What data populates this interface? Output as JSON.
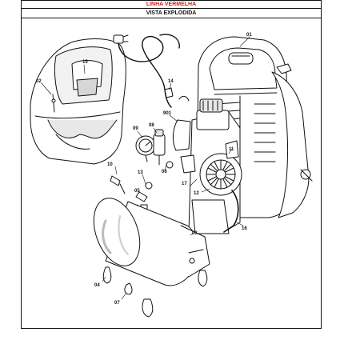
{
  "header": {
    "title": "LINHA VERMELHA",
    "subtitle": "VISTA EXPLODIDA"
  },
  "colors": {
    "title_red": "#cc1f1f",
    "line": "#111111",
    "fill": "#ffffff",
    "shade": "#bdbdbd"
  },
  "parts": {
    "p01": "01",
    "p02": "02",
    "p03": "03",
    "p04": "04",
    "p05": "05",
    "p06": "06",
    "p07": "07",
    "p08": "08",
    "p09": "09",
    "p10": "10",
    "p11": "11",
    "p12": "12",
    "p13": "13",
    "p14": "14",
    "p15": "15",
    "p16": "16",
    "p17": "17",
    "p901": "901"
  }
}
